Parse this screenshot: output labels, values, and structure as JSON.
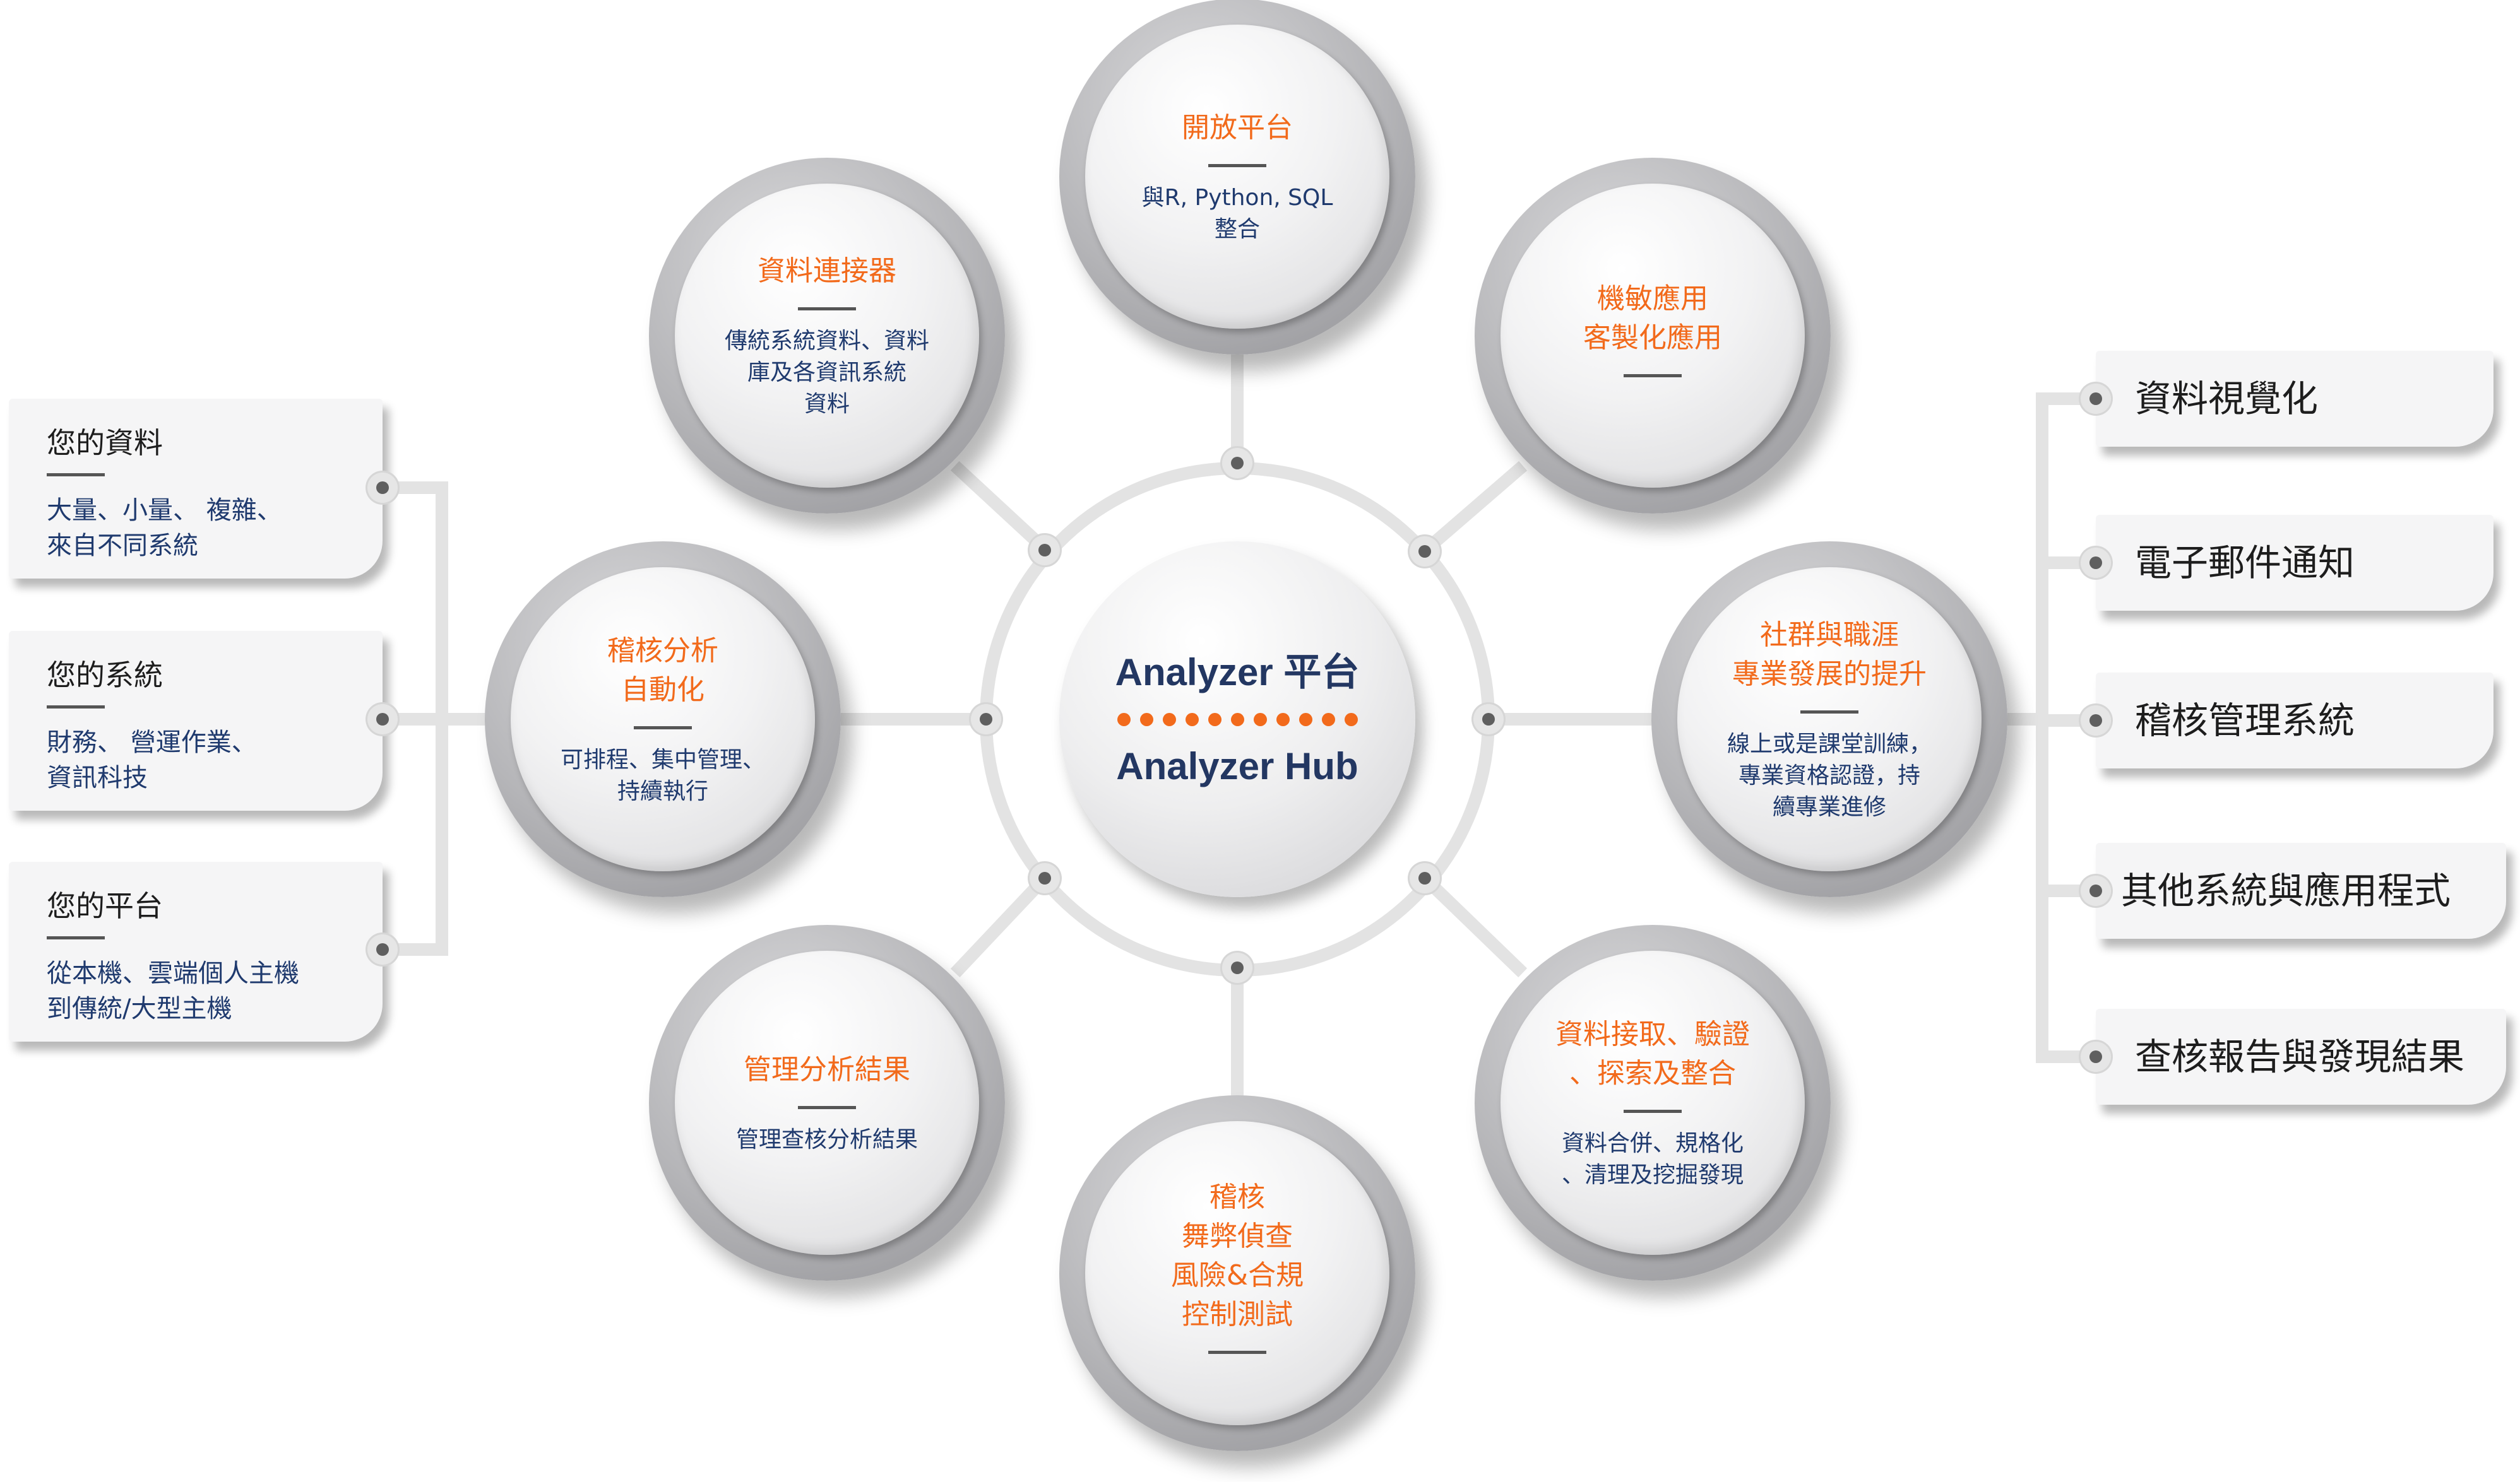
{
  "hub": {
    "title_zh": "Analyzer 平台",
    "title_en": "Analyzer Hub"
  },
  "nodes": {
    "open_platform": {
      "title": "開放平台",
      "desc": "與R, Python, SQL\n整合"
    },
    "data_connector": {
      "title": "資料連接器",
      "desc": "傳統系統資料、資料\n庫及各資訊系統\n資料"
    },
    "custom_apps": {
      "title": "機敏應用\n客製化應用"
    },
    "audit_automation": {
      "title": "稽核分析\n自動化",
      "desc": "可排程、集中管理、\n持續執行"
    },
    "community_career": {
      "title": "社群與職涯\n專業發展的提升",
      "desc": "線上或是課堂訓練，\n專業資格認證，持\n續專業進修"
    },
    "manage_results": {
      "title": "管理分析結果",
      "desc": "管理查核分析結果"
    },
    "data_access": {
      "title": "資料接取、驗證\n、探索及整合",
      "desc": "資料合併、規格化\n、清理及挖掘發現"
    },
    "fraud_risk": {
      "title": "稽核\n舞弊偵查\n風險&合規\n控制測試"
    }
  },
  "left_cards": [
    {
      "title": "您的資料",
      "desc": "大量、小量、 複雜、\n來自不同系統"
    },
    {
      "title": "您的系統",
      "desc": "財務、 營運作業、\n資訊科技"
    },
    {
      "title": "您的平台",
      "desc": "從本機、雲端個人主機\n到傳統/大型主機"
    }
  ],
  "right_cards": [
    {
      "title": "資料視覺化"
    },
    {
      "title": "電子郵件通知"
    },
    {
      "title": "稽核管理系統"
    },
    {
      "title": "其他系統與應用程式"
    },
    {
      "title": "查核報告與發現結果"
    }
  ],
  "colors": {
    "accent": "#f26a1b",
    "navy": "#1f3a6e",
    "hub_text": "#233762",
    "connector": "#e3e3e3"
  }
}
